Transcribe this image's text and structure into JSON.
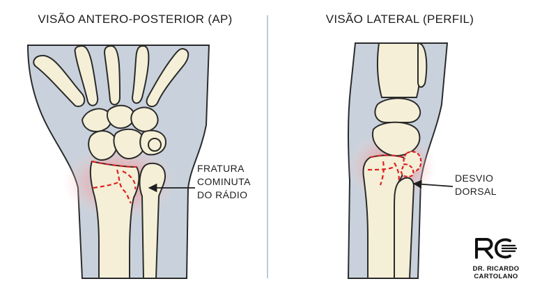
{
  "panels": {
    "ap": {
      "title": "VISÃO ANTERO-POSTERIOR (AP)"
    },
    "lateral": {
      "title": "VISÃO LATERAL (PERFIL)"
    }
  },
  "annotations": {
    "fracture": {
      "lines": [
        "FRATURA",
        "COMINUTA",
        "DO RÁDIO"
      ]
    },
    "deviation": {
      "lines": [
        "DESVIO",
        "DORSAL"
      ]
    }
  },
  "logo": {
    "monogram": "RC",
    "name_lines": [
      "DR. RICARDO",
      "CARTOLANO"
    ]
  },
  "colors": {
    "skin": "#c9d2dc",
    "bone": "#f4efd6",
    "outline": "#2a2a2a",
    "fracture": "#e02020",
    "glow": "#f2a0a0",
    "divider": "#a9b8c8"
  }
}
